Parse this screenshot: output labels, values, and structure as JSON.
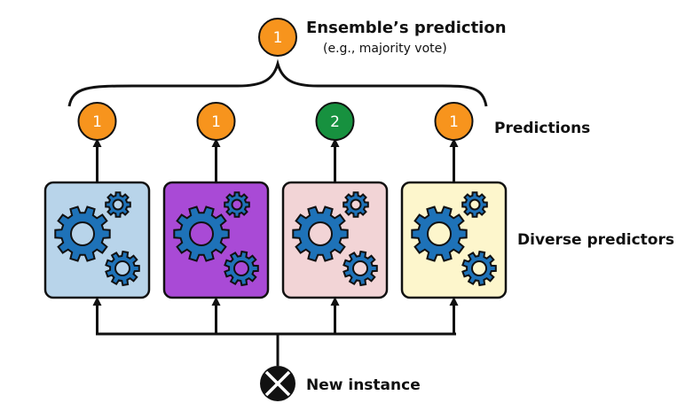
{
  "ensemble": {
    "value": "1",
    "title": "Ensemble’s prediction",
    "subtitle": "(e.g., majority vote)",
    "color": "#f7941d"
  },
  "labels": {
    "predictions": "Predictions",
    "predictors": "Diverse predictors",
    "instance": "New instance"
  },
  "predictors": [
    {
      "prediction": "1",
      "prediction_color": "#f7941d",
      "box_color": "#b8d4ea",
      "gear_icon": "gears-icon"
    },
    {
      "prediction": "1",
      "prediction_color": "#f7941d",
      "box_color": "#a94ad6",
      "gear_icon": "gears-icon"
    },
    {
      "prediction": "2",
      "prediction_color": "#17913f",
      "box_color": "#f2d4d6",
      "gear_icon": "gears-icon"
    },
    {
      "prediction": "1",
      "prediction_color": "#f7941d",
      "box_color": "#fdf6cc",
      "gear_icon": "gears-icon"
    }
  ],
  "colors": {
    "stroke": "#111111",
    "gear": "#1e72b8"
  }
}
